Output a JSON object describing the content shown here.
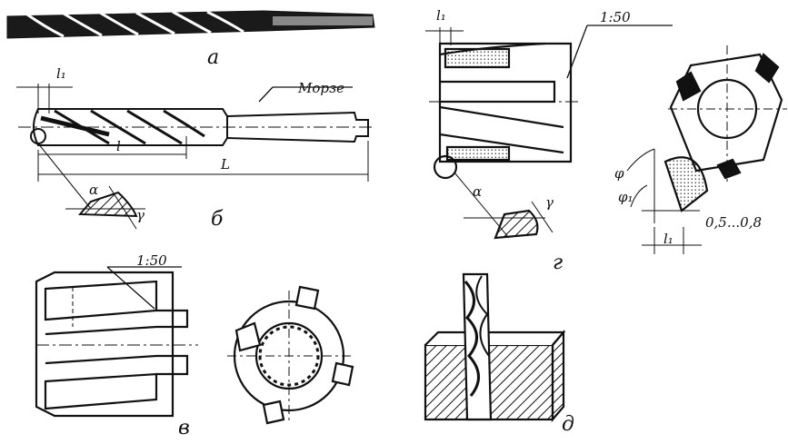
{
  "figure": {
    "panel_labels": {
      "a": "а",
      "b": "б",
      "v": "в",
      "g": "г",
      "d": "д"
    },
    "annotations": {
      "morse": "Морзе",
      "taper_g": "1:50",
      "taper_v": "1:50",
      "l1_b": "l₁",
      "l_b": "l",
      "L_b": "L",
      "alpha_b": "α",
      "gamma_b": "γ",
      "l1_g": "l₁",
      "alpha_g": "α",
      "gamma_g": "γ",
      "phi": "φ",
      "phi1": "φ₁",
      "l1_g2": "l₁",
      "range": "0,5...0,8"
    }
  },
  "colors": {
    "ink": "#111111",
    "paper": "#ffffff"
  }
}
